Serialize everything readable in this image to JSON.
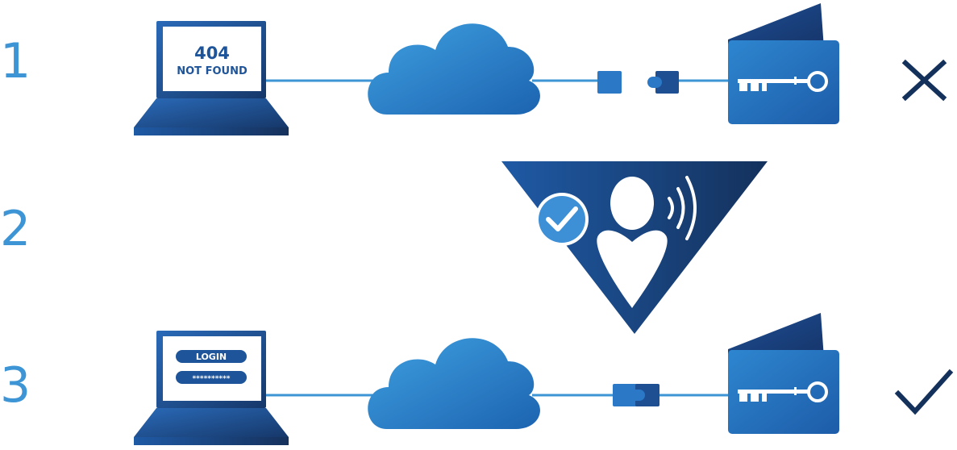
{
  "steps": {
    "one": "1",
    "two": "2",
    "three": "3"
  },
  "row1": {
    "error_code": "404",
    "error_message": "NOT FOUND",
    "result_icon": "x-mark-icon"
  },
  "row2": {
    "icons": [
      "check-circle-icon",
      "user-voice-icon"
    ]
  },
  "row3": {
    "login_label": "LOGIN",
    "password_mask": "**********",
    "result_icon": "checkmark-icon"
  },
  "colors": {
    "step_number": "#3d95d6",
    "primary_blue": "#1e5499",
    "dark_navy": "#14315c",
    "cloud_blue": "#3a8fd6",
    "line_blue": "#3d95d6"
  }
}
